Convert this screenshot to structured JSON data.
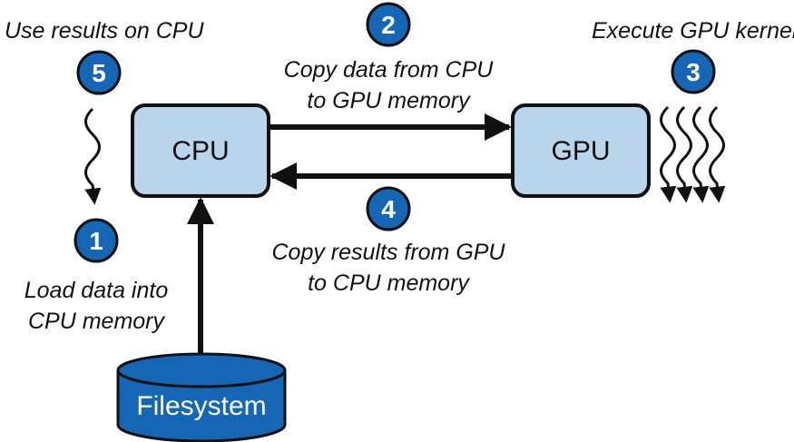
{
  "nodes": {
    "cpu": "CPU",
    "gpu": "GPU",
    "filesystem": "Filesystem"
  },
  "steps": [
    {
      "number": "1",
      "text_lines": [
        "Load data into",
        "CPU memory"
      ]
    },
    {
      "number": "2",
      "text_lines": [
        "Copy data from CPU",
        "to GPU memory"
      ]
    },
    {
      "number": "3",
      "text_lines": [
        "Execute GPU kernel"
      ]
    },
    {
      "number": "4",
      "text_lines": [
        "Copy results from GPU",
        "to CPU memory"
      ]
    },
    {
      "number": "5",
      "text_lines": [
        "Use results on CPU"
      ]
    }
  ],
  "colors": {
    "box_fill": "#b9d5ec",
    "badge_fill": "#1566b4",
    "cylinder_fill": "#1566b4",
    "stroke": "#111111"
  }
}
